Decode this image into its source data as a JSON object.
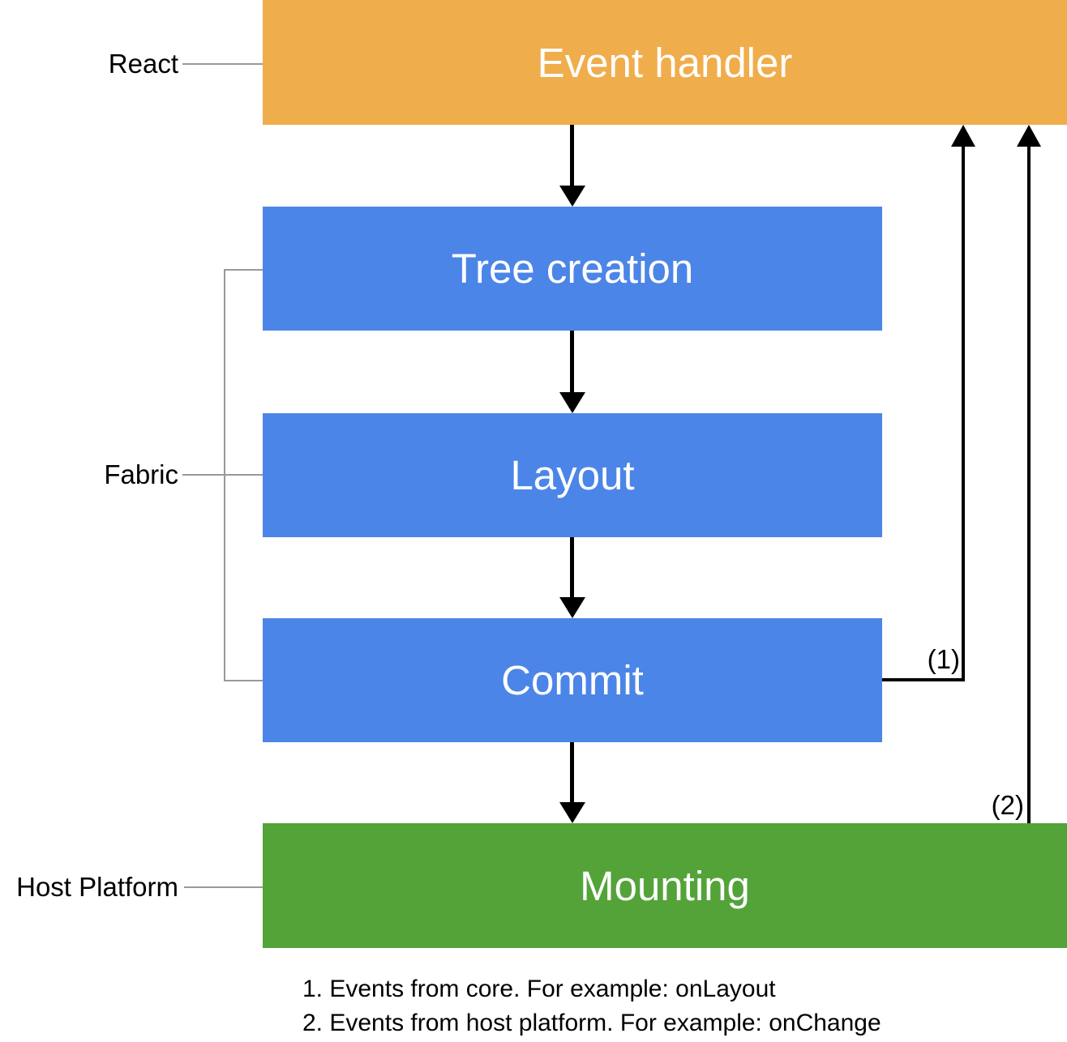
{
  "diagram": {
    "layers": {
      "react": {
        "label": "React"
      },
      "fabric": {
        "label": "Fabric"
      },
      "host_platform": {
        "label": "Host Platform"
      }
    },
    "nodes": {
      "event_handler": {
        "label": "Event handler",
        "layer": "React",
        "color": "#F0AD4B"
      },
      "tree_creation": {
        "label": "Tree creation",
        "layer": "Fabric",
        "color": "#4C85E8"
      },
      "layout": {
        "label": "Layout",
        "layer": "Fabric",
        "color": "#4C85E8"
      },
      "commit": {
        "label": "Commit",
        "layer": "Fabric",
        "color": "#4C85E8"
      },
      "mounting": {
        "label": "Mounting",
        "layer": "Host Platform",
        "color": "#53A339"
      }
    },
    "edges": [
      {
        "from": "Event handler",
        "to": "Tree creation",
        "type": "arrow-down"
      },
      {
        "from": "Tree creation",
        "to": "Layout",
        "type": "arrow-down"
      },
      {
        "from": "Layout",
        "to": "Commit",
        "type": "arrow-down"
      },
      {
        "from": "Commit",
        "to": "Mounting",
        "type": "arrow-down"
      },
      {
        "from": "Commit",
        "to": "Event handler",
        "type": "arrow-up",
        "label": "(1)"
      },
      {
        "from": "Mounting",
        "to": "Event handler",
        "type": "arrow-up",
        "label": "(2)"
      }
    ],
    "footnotes": [
      "1. Events from core. For example: onLayout",
      "2. Events from host platform. For example: onChange"
    ],
    "colors": {
      "arrow_line": "#000000",
      "bracket_line": "#999999",
      "node_text": "#FFFFFF",
      "label_text": "#000000"
    }
  }
}
